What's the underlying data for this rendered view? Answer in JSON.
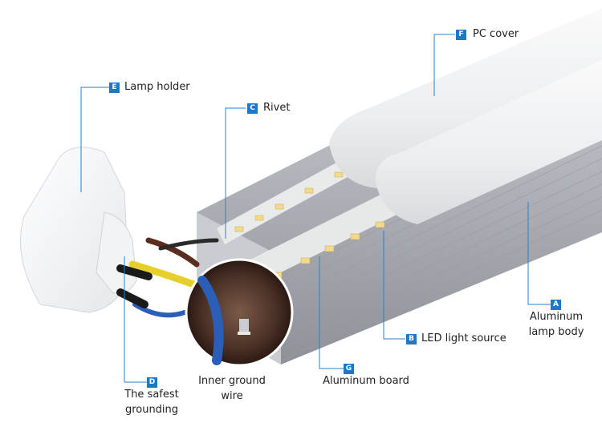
{
  "labels": {
    "a": {
      "badge": "A",
      "line1": "Aluminum",
      "line2": "lamp body"
    },
    "b": {
      "badge": "B",
      "text": "LED light source"
    },
    "c": {
      "badge": "C",
      "text": "Rivet"
    },
    "d": {
      "badge": "D",
      "line1": "The safest",
      "line2": "grounding"
    },
    "e": {
      "badge": "E",
      "text": "Lamp holder"
    },
    "f": {
      "badge": "F",
      "text": "PC cover"
    },
    "g": {
      "badge": "G",
      "text": "Aluminum board"
    },
    "inner": {
      "line1": "Inner ground",
      "line2": "wire"
    }
  },
  "colors": {
    "accent": "#1e78c8",
    "leader": "#2a80d0",
    "pc_cover": "#eef0f2",
    "aluminum": "#b8bcc2",
    "led_strip": "#e8e8e6",
    "led_chip": "#f3d98a",
    "wire_yellow": "#e6cf2a",
    "wire_blue": "#2b5eb8",
    "wire_brown": "#5a2e1e"
  }
}
